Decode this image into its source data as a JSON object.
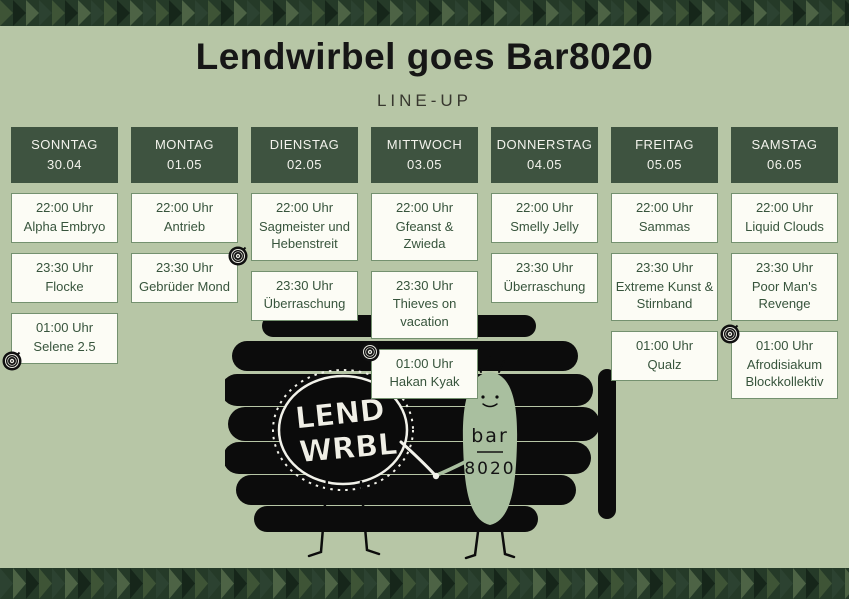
{
  "poster": {
    "title": "Lendwirbel goes Bar8020",
    "subtitle": "LINE-UP"
  },
  "days": [
    {
      "name": "SONNTAG",
      "date": "30.04",
      "events": [
        {
          "time": "22:00 Uhr",
          "act": "Alpha Embryo",
          "dj": false
        },
        {
          "time": "23:30 Uhr",
          "act": "Flocke",
          "dj": false
        },
        {
          "time": "01:00 Uhr",
          "act": "Selene 2.5",
          "dj": true
        }
      ]
    },
    {
      "name": "MONTAG",
      "date": "01.05",
      "events": [
        {
          "time": "22:00 Uhr",
          "act": "Antrieb",
          "dj": false
        },
        {
          "time": "23:30 Uhr",
          "act": "Gebrüder Mond",
          "dj": true
        }
      ]
    },
    {
      "name": "DIENSTAG",
      "date": "02.05",
      "events": [
        {
          "time": "22:00 Uhr",
          "act": "Sagmeister und Hebenstreit",
          "dj": false
        },
        {
          "time": "23:30 Uhr",
          "act": "Überraschung",
          "dj": false
        }
      ]
    },
    {
      "name": "MITTWOCH",
      "date": "03.05",
      "events": [
        {
          "time": "22:00 Uhr",
          "act": "Gfeanst & Zwieda",
          "dj": false
        },
        {
          "time": "23:30 Uhr",
          "act": "Thieves on vacation",
          "dj": false
        },
        {
          "time": "01:00 Uhr",
          "act": "Hakan Kyak",
          "dj": true
        }
      ]
    },
    {
      "name": "DONNERSTAG",
      "date": "04.05",
      "events": [
        {
          "time": "22:00 Uhr",
          "act": "Smelly Jelly",
          "dj": false
        },
        {
          "time": "23:30 Uhr",
          "act": "Überraschung",
          "dj": false
        }
      ]
    },
    {
      "name": "FREITAG",
      "date": "05.05",
      "events": [
        {
          "time": "22:00 Uhr",
          "act": "Sammas",
          "dj": false
        },
        {
          "time": "23:30 Uhr",
          "act": "Extreme Kunst & Stirnband",
          "dj": false
        },
        {
          "time": "01:00 Uhr",
          "act": "Qualz",
          "dj": false
        }
      ]
    },
    {
      "name": "SAMSTAG",
      "date": "06.05",
      "events": [
        {
          "time": "22:00 Uhr",
          "act": "Liquid Clouds",
          "dj": false
        },
        {
          "time": "23:30 Uhr",
          "act": "Poor Man's Revenge",
          "dj": false
        },
        {
          "time": "01:00 Uhr",
          "act": "Afrodisiakum Blockkollektiv",
          "dj": true
        }
      ]
    }
  ],
  "illustration": {
    "left_creature": {
      "line1": "LEND",
      "line2": "WRBL"
    },
    "right_creature": {
      "line1": "bar",
      "line2": "8020"
    }
  },
  "icons": {
    "vinyl": "vinyl-record"
  },
  "colors": {
    "background": "#b7c6a6",
    "day_header_bg": "#3e5340",
    "day_header_text": "#f3f3ec",
    "event_border": "#74916f",
    "event_bg": "#fcfcf5",
    "event_text": "#37543c",
    "ink": "#0c0c0c",
    "creature_green": "#a9bf9f"
  }
}
